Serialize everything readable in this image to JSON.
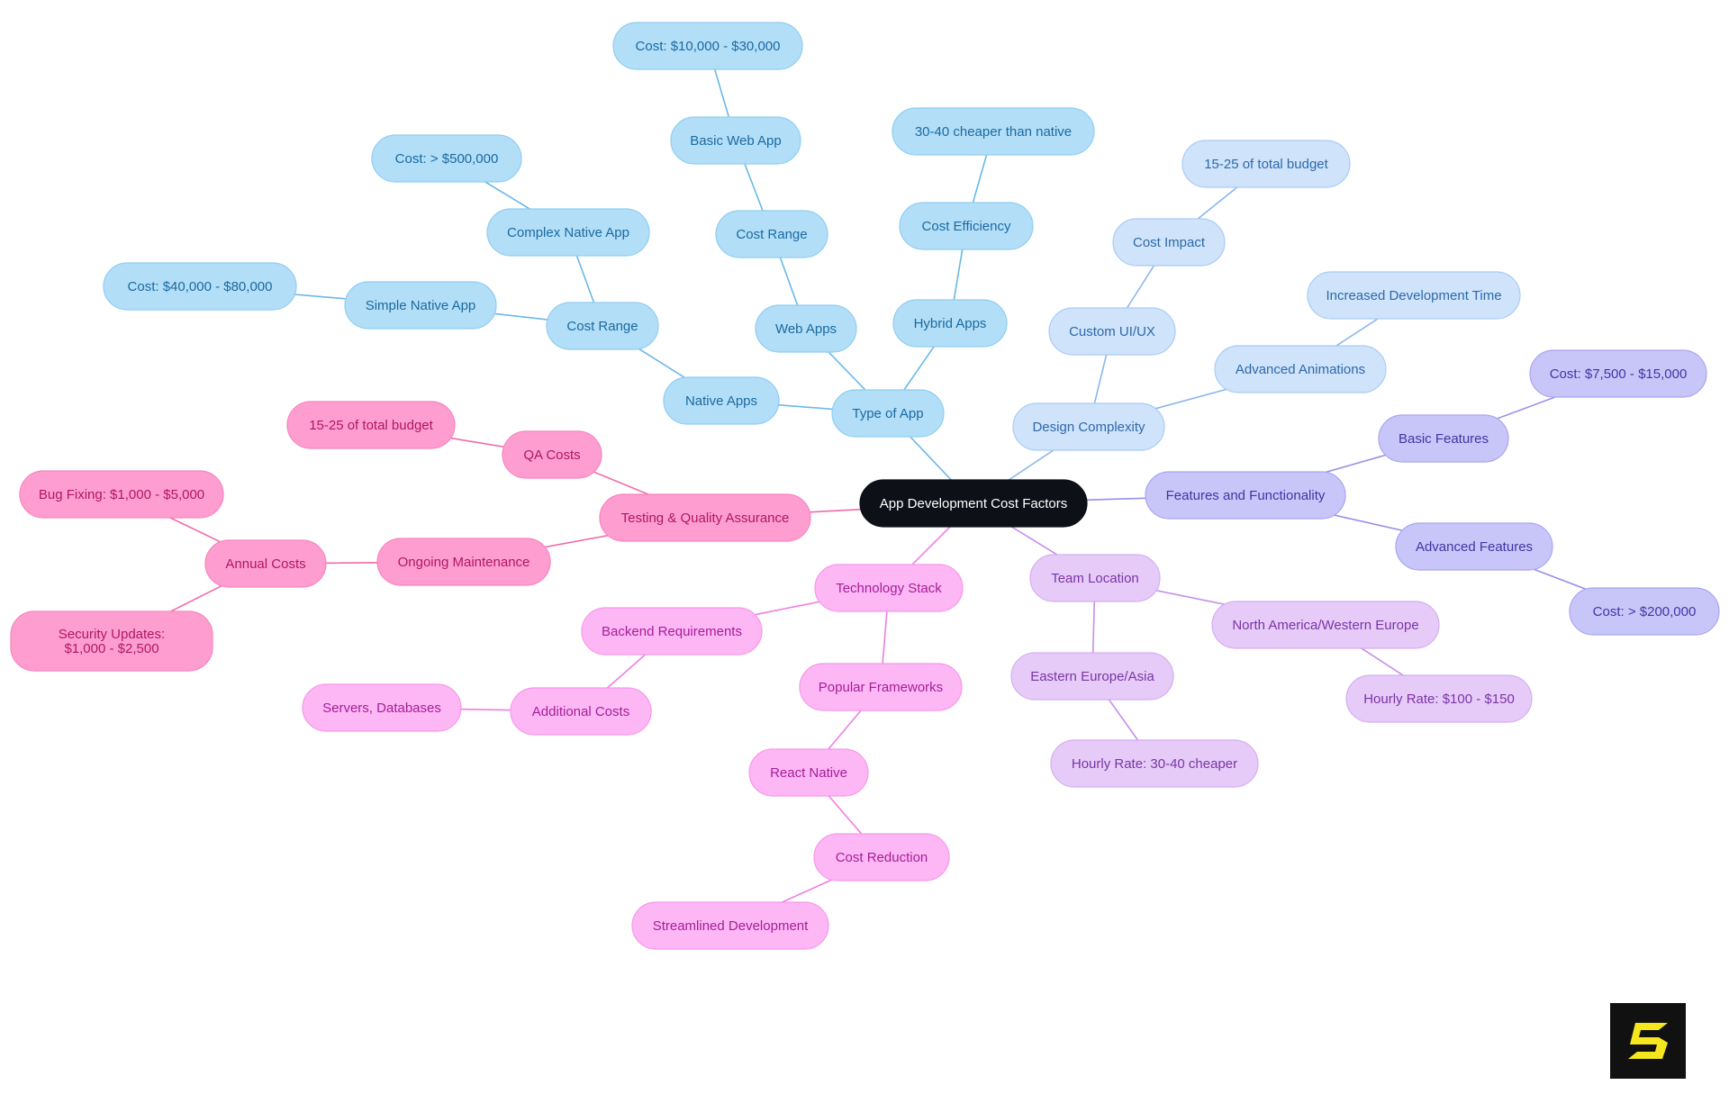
{
  "diagram": {
    "root": {
      "id": "root",
      "label": "App Development Cost Factors"
    },
    "palette": {
      "root": {
        "fill": "#0d1117",
        "stroke": "#0d1117",
        "text": "#ffffff",
        "edge": "#0d1117"
      },
      "sky": {
        "fill": "#b3def8",
        "stroke": "#8fcdf1",
        "text": "#1a6aa0",
        "edge": "#6ab8e6"
      },
      "powder": {
        "fill": "#cfe3fb",
        "stroke": "#a9ccf3",
        "text": "#2d69a8",
        "edge": "#8bb7ea"
      },
      "lavender": {
        "fill": "#c8c6f8",
        "stroke": "#a9a5f0",
        "text": "#3e36a6",
        "edge": "#9690ea"
      },
      "lilac": {
        "fill": "#e6cbf8",
        "stroke": "#d4aef1",
        "text": "#7a34a6",
        "edge": "#c68ee8"
      },
      "orchid": {
        "fill": "#fdb7f4",
        "stroke": "#f699e9",
        "text": "#a61e99",
        "edge": "#f07de0"
      },
      "rose": {
        "fill": "#fe9ed0",
        "stroke": "#f784bf",
        "text": "#b01664",
        "edge": "#f06aaa"
      }
    },
    "nodes": [
      {
        "id": "type-of-app",
        "label": "Type of App",
        "parent": "root",
        "color": "sky"
      },
      {
        "id": "native-apps",
        "label": "Native Apps",
        "parent": "type-of-app",
        "color": "sky"
      },
      {
        "id": "native-cost-range",
        "label": "Cost Range",
        "parent": "native-apps",
        "color": "sky"
      },
      {
        "id": "simple-native-app",
        "label": "Simple Native App",
        "parent": "native-cost-range",
        "color": "sky"
      },
      {
        "id": "simple-native-cost",
        "label": "Cost: $40,000 - $80,000",
        "parent": "simple-native-app",
        "color": "sky"
      },
      {
        "id": "complex-native-app",
        "label": "Complex Native App",
        "parent": "native-cost-range",
        "color": "sky"
      },
      {
        "id": "complex-native-cost",
        "label": "Cost: > $500,000",
        "parent": "complex-native-app",
        "color": "sky"
      },
      {
        "id": "web-apps",
        "label": "Web Apps",
        "parent": "type-of-app",
        "color": "sky"
      },
      {
        "id": "web-cost-range",
        "label": "Cost Range",
        "parent": "web-apps",
        "color": "sky"
      },
      {
        "id": "basic-web-app",
        "label": "Basic Web App",
        "parent": "web-cost-range",
        "color": "sky"
      },
      {
        "id": "basic-web-cost",
        "label": "Cost: $10,000 - $30,000",
        "parent": "basic-web-app",
        "color": "sky"
      },
      {
        "id": "hybrid-apps",
        "label": "Hybrid Apps",
        "parent": "type-of-app",
        "color": "sky"
      },
      {
        "id": "cost-efficiency",
        "label": "Cost Efficiency",
        "parent": "hybrid-apps",
        "color": "sky"
      },
      {
        "id": "cheaper-than-native",
        "label": "30-40 cheaper than native",
        "parent": "cost-efficiency",
        "color": "sky"
      },
      {
        "id": "design-complexity",
        "label": "Design Complexity",
        "parent": "root",
        "color": "powder"
      },
      {
        "id": "custom-ui-ux",
        "label": "Custom UI/UX",
        "parent": "design-complexity",
        "color": "powder"
      },
      {
        "id": "design-cost-impact",
        "label": "Cost Impact",
        "parent": "custom-ui-ux",
        "color": "powder"
      },
      {
        "id": "design-budget-share",
        "label": "15-25 of total budget",
        "parent": "design-cost-impact",
        "color": "powder"
      },
      {
        "id": "advanced-animations",
        "label": "Advanced Animations",
        "parent": "design-complexity",
        "color": "powder"
      },
      {
        "id": "increased-dev-time",
        "label": "Increased Development Time",
        "parent": "advanced-animations",
        "color": "powder"
      },
      {
        "id": "features-functionality",
        "label": "Features and Functionality",
        "parent": "root",
        "color": "lavender"
      },
      {
        "id": "basic-features",
        "label": "Basic Features",
        "parent": "features-functionality",
        "color": "lavender"
      },
      {
        "id": "basic-features-cost",
        "label": "Cost: $7,500 - $15,000",
        "parent": "basic-features",
        "color": "lavender"
      },
      {
        "id": "advanced-features",
        "label": "Advanced Features",
        "parent": "features-functionality",
        "color": "lavender"
      },
      {
        "id": "advanced-features-cost",
        "label": "Cost: > $200,000",
        "parent": "advanced-features",
        "color": "lavender"
      },
      {
        "id": "team-location",
        "label": "Team Location",
        "parent": "root",
        "color": "lilac"
      },
      {
        "id": "north-america-europe",
        "label": "North America/Western Europe",
        "parent": "team-location",
        "color": "lilac"
      },
      {
        "id": "na-hourly-rate",
        "label": "Hourly Rate: $100 - $150",
        "parent": "north-america-europe",
        "color": "lilac"
      },
      {
        "id": "eastern-europe-asia",
        "label": "Eastern Europe/Asia",
        "parent": "team-location",
        "color": "lilac"
      },
      {
        "id": "ee-hourly-rate",
        "label": "Hourly Rate: 30-40 cheaper",
        "parent": "eastern-europe-asia",
        "color": "lilac"
      },
      {
        "id": "technology-stack",
        "label": "Technology Stack",
        "parent": "root",
        "color": "orchid"
      },
      {
        "id": "backend-requirements",
        "label": "Backend Requirements",
        "parent": "technology-stack",
        "color": "orchid"
      },
      {
        "id": "additional-costs",
        "label": "Additional Costs",
        "parent": "backend-requirements",
        "color": "orchid"
      },
      {
        "id": "servers-databases",
        "label": "Servers, Databases",
        "parent": "additional-costs",
        "color": "orchid"
      },
      {
        "id": "popular-frameworks",
        "label": "Popular Frameworks",
        "parent": "technology-stack",
        "color": "orchid"
      },
      {
        "id": "react-native",
        "label": "React Native",
        "parent": "popular-frameworks",
        "color": "orchid"
      },
      {
        "id": "cost-reduction",
        "label": "Cost Reduction",
        "parent": "react-native",
        "color": "orchid"
      },
      {
        "id": "streamlined-development",
        "label": "Streamlined Development",
        "parent": "cost-reduction",
        "color": "orchid"
      },
      {
        "id": "testing-qa",
        "label": "Testing & Quality Assurance",
        "parent": "root",
        "color": "rose"
      },
      {
        "id": "qa-costs",
        "label": "QA Costs",
        "parent": "testing-qa",
        "color": "rose"
      },
      {
        "id": "qa-budget-share",
        "label": "15-25 of total budget",
        "parent": "qa-costs",
        "color": "rose"
      },
      {
        "id": "ongoing-maintenance",
        "label": "Ongoing Maintenance",
        "parent": "testing-qa",
        "color": "rose"
      },
      {
        "id": "annual-costs",
        "label": "Annual Costs",
        "parent": "ongoing-maintenance",
        "color": "rose"
      },
      {
        "id": "bug-fixing",
        "label": "Bug Fixing: $1,000 - $5,000",
        "parent": "annual-costs",
        "color": "rose"
      },
      {
        "id": "security-updates",
        "label": "Security Updates: $1,000 - $2,500",
        "parent": "annual-costs",
        "color": "rose"
      }
    ]
  },
  "logo": {
    "fill": "#111111",
    "mark_color": "#f5e61e",
    "icon": "brand-s-logo"
  }
}
